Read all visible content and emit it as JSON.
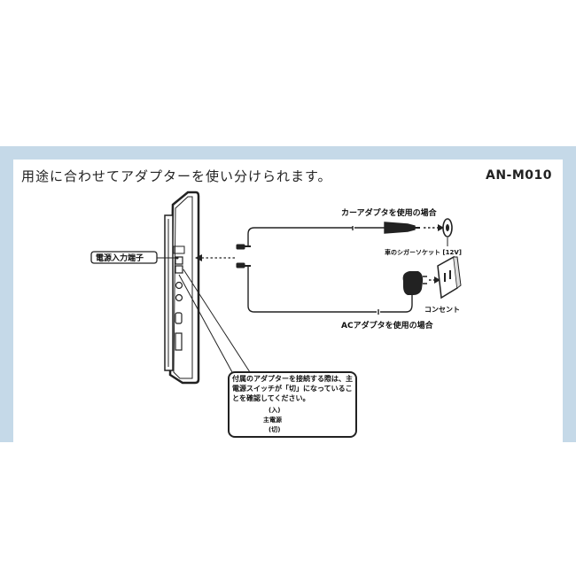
{
  "heading": "用途に合わせてアダプターを使い分けられます。",
  "model": "AN-M010",
  "labels": {
    "power_input": "電源入力端子",
    "car_adapter": "カーアダプタを使用の場合",
    "cigar_socket": "車のシガーソケット [12V]",
    "outlet": "コンセント",
    "ac_adapter": "ACアダプタを使用の場合"
  },
  "note": {
    "text": "付属のアダプターを接続する際は、主電源スイッチが「切」になっていることを確認してください。",
    "switch_on": "(入)",
    "switch_main": "主電源",
    "switch_off": "(切)"
  },
  "colors": {
    "frame": "#c5d9e8",
    "panel": "#ffffff",
    "ink": "#222222"
  }
}
